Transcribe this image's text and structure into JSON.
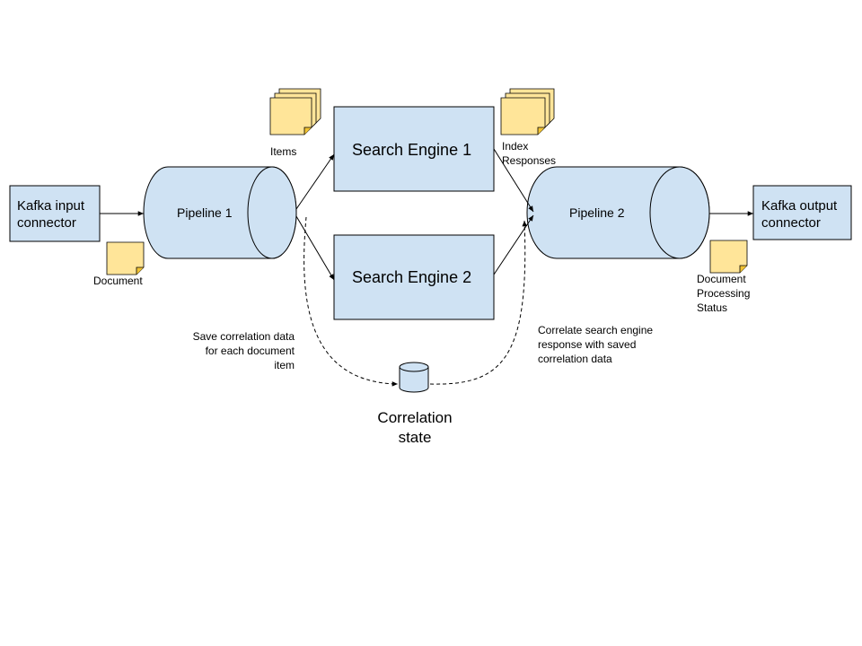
{
  "diagram": {
    "kafka_input": "Kafka input\nconnector",
    "kafka_output": "Kafka output\nconnector",
    "pipeline1": "Pipeline 1",
    "pipeline2": "Pipeline 2",
    "search_engine1": "Search Engine 1",
    "search_engine2": "Search Engine 2",
    "label_document": "Document",
    "label_items": "Items",
    "label_index_responses": "Index\nResponses",
    "label_doc_status": "Document\nProcessing\nStatus",
    "note_save": "Save correlation data\nfor each document\nitem",
    "note_correlate": "Correlate search engine\nresponse with saved\ncorrelation data",
    "correlation_state": "Correlation\nstate"
  },
  "colors": {
    "node_fill": "#cfe2f3",
    "doc_fill": "#ffe599",
    "stroke": "#000000"
  }
}
